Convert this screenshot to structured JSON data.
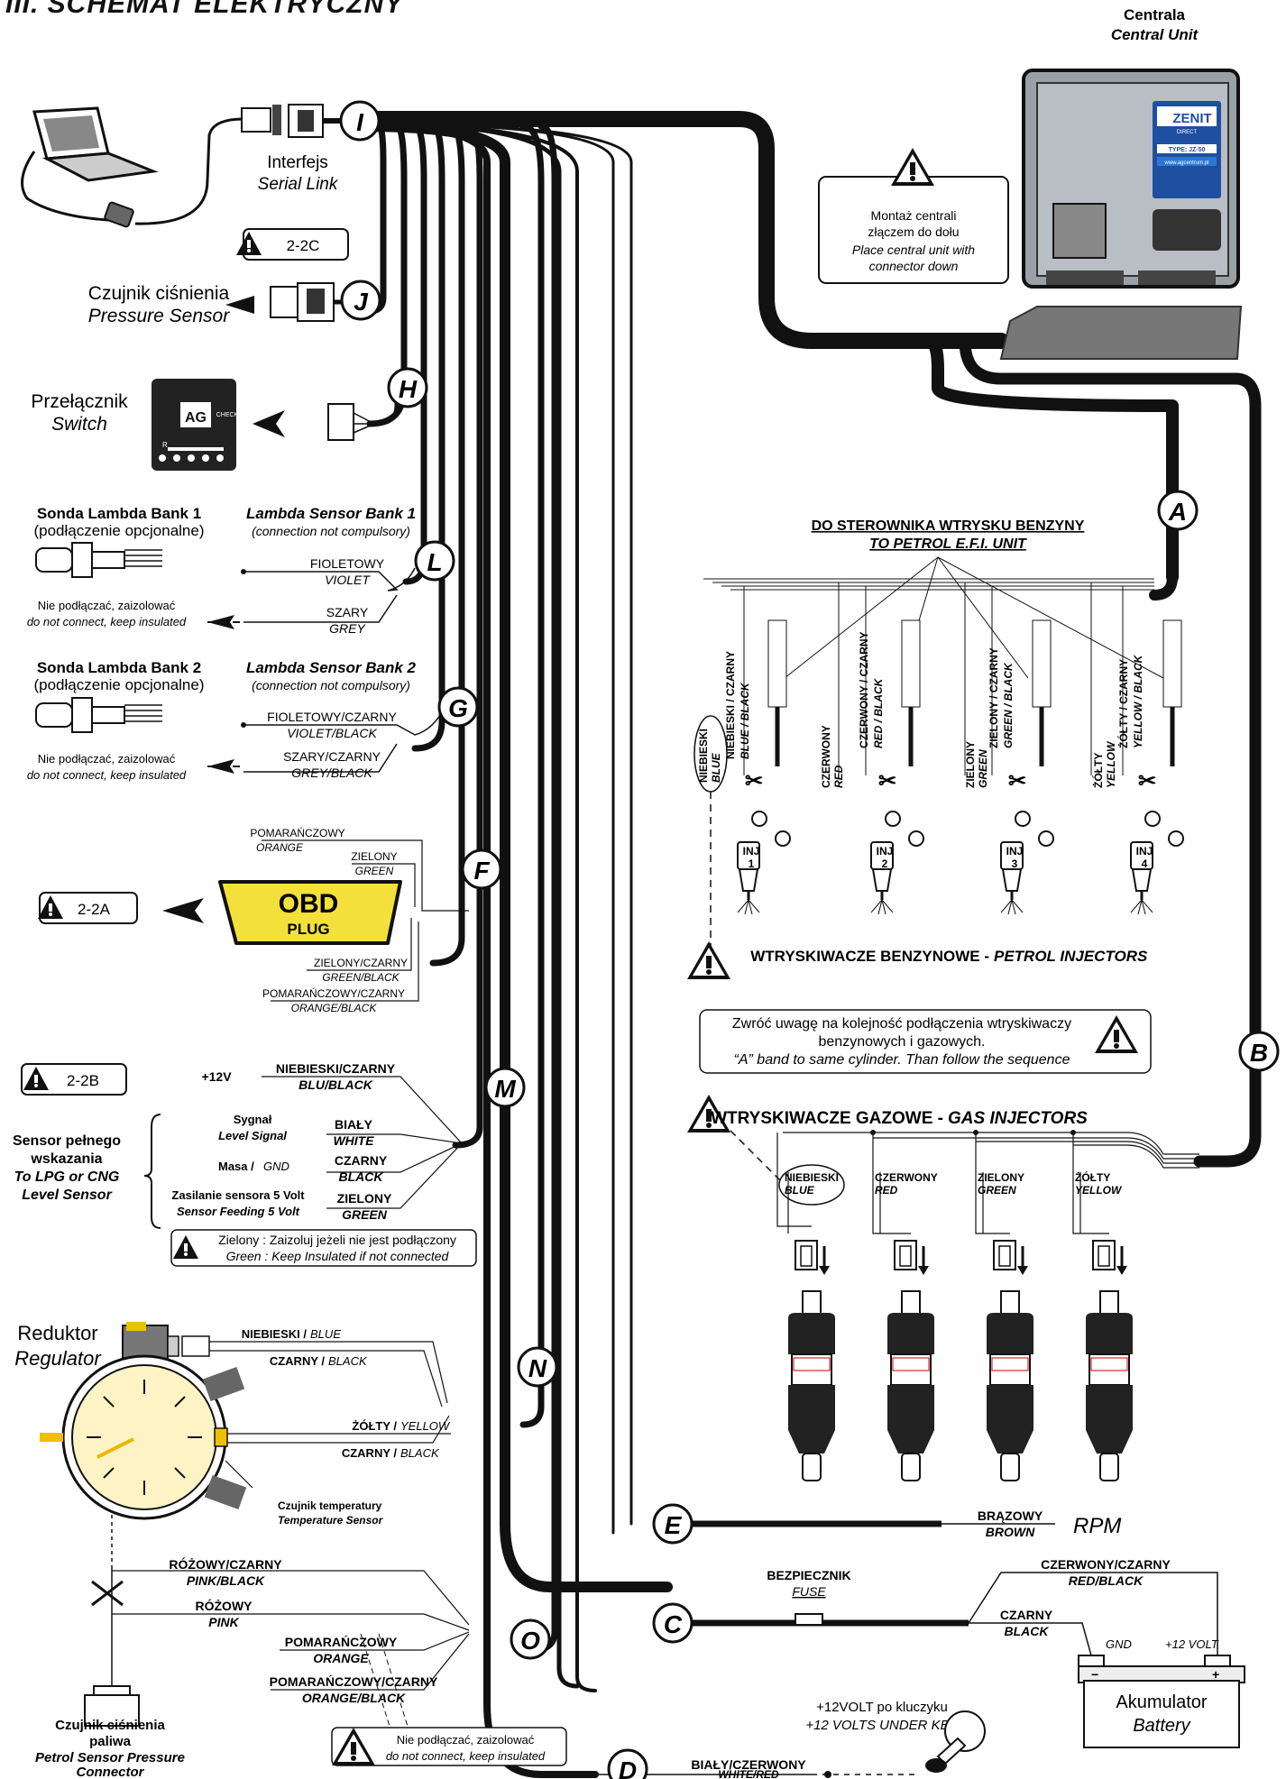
{
  "header": {
    "title": "III. SCHEMAT ELEKTRYCZNY"
  },
  "central": {
    "pl": "Centrala",
    "en": "Central Unit",
    "brand": "ZENIT",
    "brand_sub": "DIRECT",
    "type": "TYPE: JZ-50",
    "web": "www.agcentrum.pl"
  },
  "mount_note": {
    "l1": "Montaż centrali",
    "l2": "złączem do dołu",
    "l3": "Place central unit with",
    "l4": "connector down"
  },
  "interface": {
    "pl": "Interfejs",
    "en": "Serial Link",
    "tag": "I"
  },
  "ref_22c": "2-2C",
  "ref_22a": "2-2A",
  "ref_22b": "2-2B",
  "pressure": {
    "pl": "Czujnik ciśnienia",
    "en": "Pressure Sensor",
    "tag": "J"
  },
  "switch": {
    "pl": "Przełącznik",
    "en": "Switch",
    "tag": "H",
    "ag": "AG",
    "check": "CHECK",
    "r": "R"
  },
  "lambda1": {
    "title_pl": "Sonda Lambda Bank 1",
    "sub_pl": "(podłączenie opcjonalne)",
    "title_en": "Lambda Sensor Bank 1",
    "sub_en": "(connection not compulsory)",
    "w1_pl": "FIOLETOWY",
    "w1_en": "VIOLET",
    "w2_pl": "SZARY",
    "w2_en": "GREY",
    "note_pl": "Nie podłączać, zaizolować",
    "note_en": "do not connect, keep insulated",
    "tag": "L"
  },
  "lambda2": {
    "title_pl": "Sonda Lambda Bank 2",
    "sub_pl": "(podłączenie opcjonalne)",
    "title_en": "Lambda Sensor Bank 2",
    "sub_en": "(connection not compulsory)",
    "w1_pl": "FIOLETOWY/CZARNY",
    "w1_en": "VIOLET/BLACK",
    "w2_pl": "SZARY/CZARNY",
    "w2_en": "GREY/BLACK",
    "note_pl": "Nie podłączać, zaizolować",
    "note_en": "do not connect, keep insulated",
    "tag": "G"
  },
  "obd": {
    "tag": "F",
    "l1": "OBD",
    "l2": "PLUG",
    "w1_pl": "POMARAŃCZOWY",
    "w1_en": "ORANGE",
    "w2_pl": "ZIELONY",
    "w2_en": "GREEN",
    "w3_pl": "ZIELONY/CZARNY",
    "w3_en": "GREEN/BLACK",
    "w4_pl": "POMARAŃCZOWY/CZARNY",
    "w4_en": "ORANGE/BLACK"
  },
  "level": {
    "tag": "M",
    "p12": "+12V",
    "w1_pl": "NIEBIESKI/CZARNY",
    "w1_en": "BLU/BLACK",
    "sig_pl": "Sygnał",
    "sig_en": "Level Signal",
    "w2_pl": "BIAŁY",
    "w2_en": "WHITE",
    "gnd_pl": "Masa /",
    "gnd_en": "GND",
    "w3_pl": "CZARNY",
    "w3_en": "BLACK",
    "feed_pl": "Zasilanie sensora 5 Volt",
    "feed_en": "Sensor Feeding 5 Volt",
    "w4_pl": "ZIELONY",
    "w4_en": "GREEN",
    "s1": "Sensor pełnego",
    "s2": "wskazania",
    "s3": "To LPG or CNG",
    "s4": "Level Sensor",
    "note_pl": "Zielony : Zaizoluj jeżeli nie jest podłączony",
    "note_en": "Green : Keep Insulated if not connected"
  },
  "regulator": {
    "tag": "N",
    "pl": "Reduktor",
    "en": "Regulator",
    "w1_pl": "NIEBIESKI /",
    "w1_en": "BLUE",
    "w2_pl": "CZARNY /",
    "w2_en": "BLACK",
    "w3_pl": "ŻÓŁTY /",
    "w3_en": "YELLOW",
    "w4_pl": "CZARNY /",
    "w4_en": "BLACK",
    "temp_pl": "Czujnik temperatury",
    "temp_en": "Temperature Sensor"
  },
  "petrol_sensor": {
    "tag": "O",
    "w1_pl": "RÓŻOWY/CZARNY",
    "w1_en": "PINK/BLACK",
    "w2_pl": "RÓŻOWY",
    "w2_en": "PINK",
    "w3_pl": "POMARAŃCZOWY",
    "w3_en": "ORANGE",
    "w4_pl": "POMARAŃCZOWY/CZARNY",
    "w4_en": "ORANGE/BLACK",
    "l1": "Czujnik ciśnienia",
    "l2": "paliwa",
    "l3": "Petrol Sensor Pressure",
    "l4": "Connector",
    "note_pl": "Nie podłączać, zaizolować",
    "note_en": "do not connect, keep insulated"
  },
  "efi": {
    "tag": "A",
    "pl": "DO STEROWNIKA WTRYSKU BENZYNY",
    "en": "TO PETROL E.F.I. UNIT",
    "wires": [
      {
        "v1": "NIEBIESKI / CZARNY",
        "v2": "BLUE / BLACK",
        "h1": "NIEBIESKI",
        "h2": "BLUE",
        "inj": "INJ",
        "n": "1"
      },
      {
        "v1": "CZERWONY / CZARNY",
        "v2": "RED / BLACK",
        "h1": "CZERWONY",
        "h2": "RED",
        "inj": "INJ",
        "n": "2"
      },
      {
        "v1": "ZIELONY / CZARNY",
        "v2": "GREEN / BLACK",
        "h1": "ZIELONY",
        "h2": "GREEN",
        "inj": "INJ",
        "n": "3"
      },
      {
        "v1": "ŻÓŁTY / CZARNY",
        "v2": "YELLOW / BLACK",
        "h1": "ŻÓŁTY",
        "h2": "YELLOW",
        "inj": "INJ",
        "n": "4"
      }
    ],
    "petrol_inj_pl": "WTRYSKIWACZE BENZYNOWE -",
    "petrol_inj_en": "PETROL INJECTORS"
  },
  "seq_note": {
    "l1": "Zwróć uwagę na kolejność podłączenia wtryskiwaczy",
    "l2": "benzynowych i gazowych.",
    "l3": "“A” band to same cylinder. Than follow the sequence"
  },
  "gas": {
    "tag": "B",
    "pl": "WTRYSKIWACZE GAZOWE -",
    "en": "GAS INJECTORS",
    "wires": [
      {
        "pl": "NIEBIESKI",
        "en": "BLUE"
      },
      {
        "pl": "CZERWONY",
        "en": "RED"
      },
      {
        "pl": "ZIELONY",
        "en": "GREEN"
      },
      {
        "pl": "ŻÓŁTY",
        "en": "YELLOW"
      }
    ]
  },
  "rpm": {
    "tag": "E",
    "pl": "BRĄZOWY",
    "en": "BROWN",
    "label": "RPM"
  },
  "power": {
    "tag": "C",
    "fuse_pl": "BEZPIECZNIK",
    "fuse_en": "FUSE",
    "w1_pl": "CZERWONY/CZARNY",
    "w1_en": "RED/BLACK",
    "w2_pl": "CZARNY",
    "w2_en": "BLACK",
    "gnd": "GND",
    "p12": "+12 VOLT",
    "bat_pl": "Akumulator",
    "bat_en": "Battery"
  },
  "key": {
    "tag": "D",
    "w_pl": "BIAŁY/CZERWONY",
    "w_en": "WHITE/RED",
    "k_pl": "+12VOLT po kluczyku",
    "k_en": "+12 VOLTS UNDER KEY"
  }
}
